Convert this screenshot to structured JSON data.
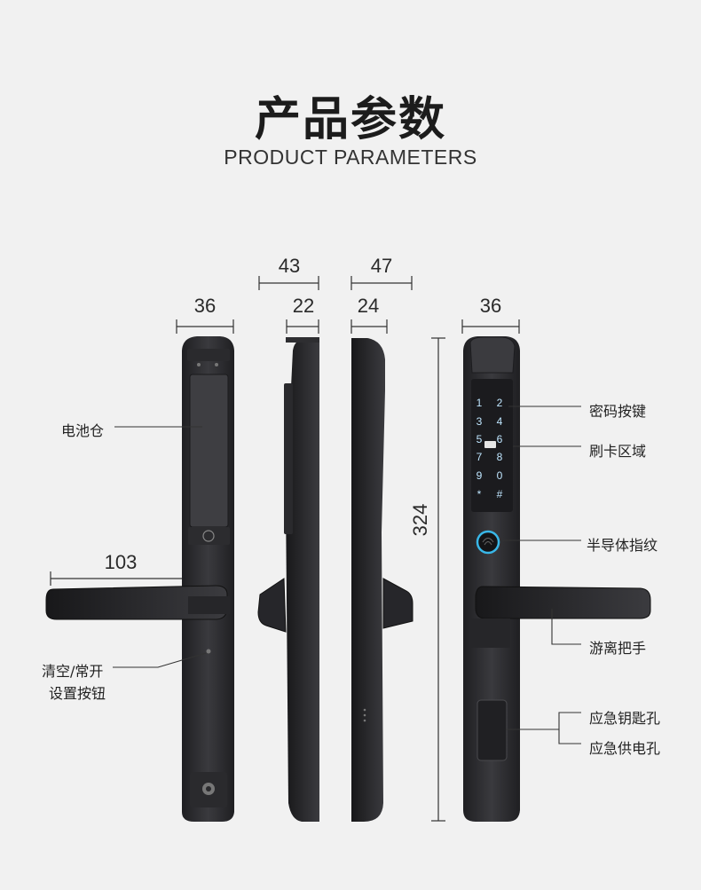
{
  "header": {
    "title_cn": "产品参数",
    "title_en": "PRODUCT PARAMETERS"
  },
  "dimensions": {
    "back_width": "36",
    "side_total_43": "43",
    "side_body_22": "22",
    "side_total_47": "47",
    "side_body_24": "24",
    "front_width": "36",
    "handle_length": "103",
    "height": "324"
  },
  "callouts": {
    "battery": "电池仓",
    "reset_line1": "清空/常开",
    "reset_line2": "设置按钮",
    "keypad": "密码按键",
    "card_area": "刷卡区域",
    "fingerprint": "半导体指纹",
    "handle": "游离把手",
    "emergency_key": "应急钥匙孔",
    "emergency_power": "应急供电孔"
  },
  "keypad": {
    "keys": [
      "1",
      "2",
      "3",
      "4",
      "5",
      "6",
      "7",
      "8",
      "9",
      "0",
      "*",
      "#"
    ]
  },
  "colors": {
    "background": "#f1f1f1",
    "lock_body": "#2b2b2e",
    "key_glow": "#bfe6ff",
    "fingerprint_ring": "#39b7e8"
  }
}
